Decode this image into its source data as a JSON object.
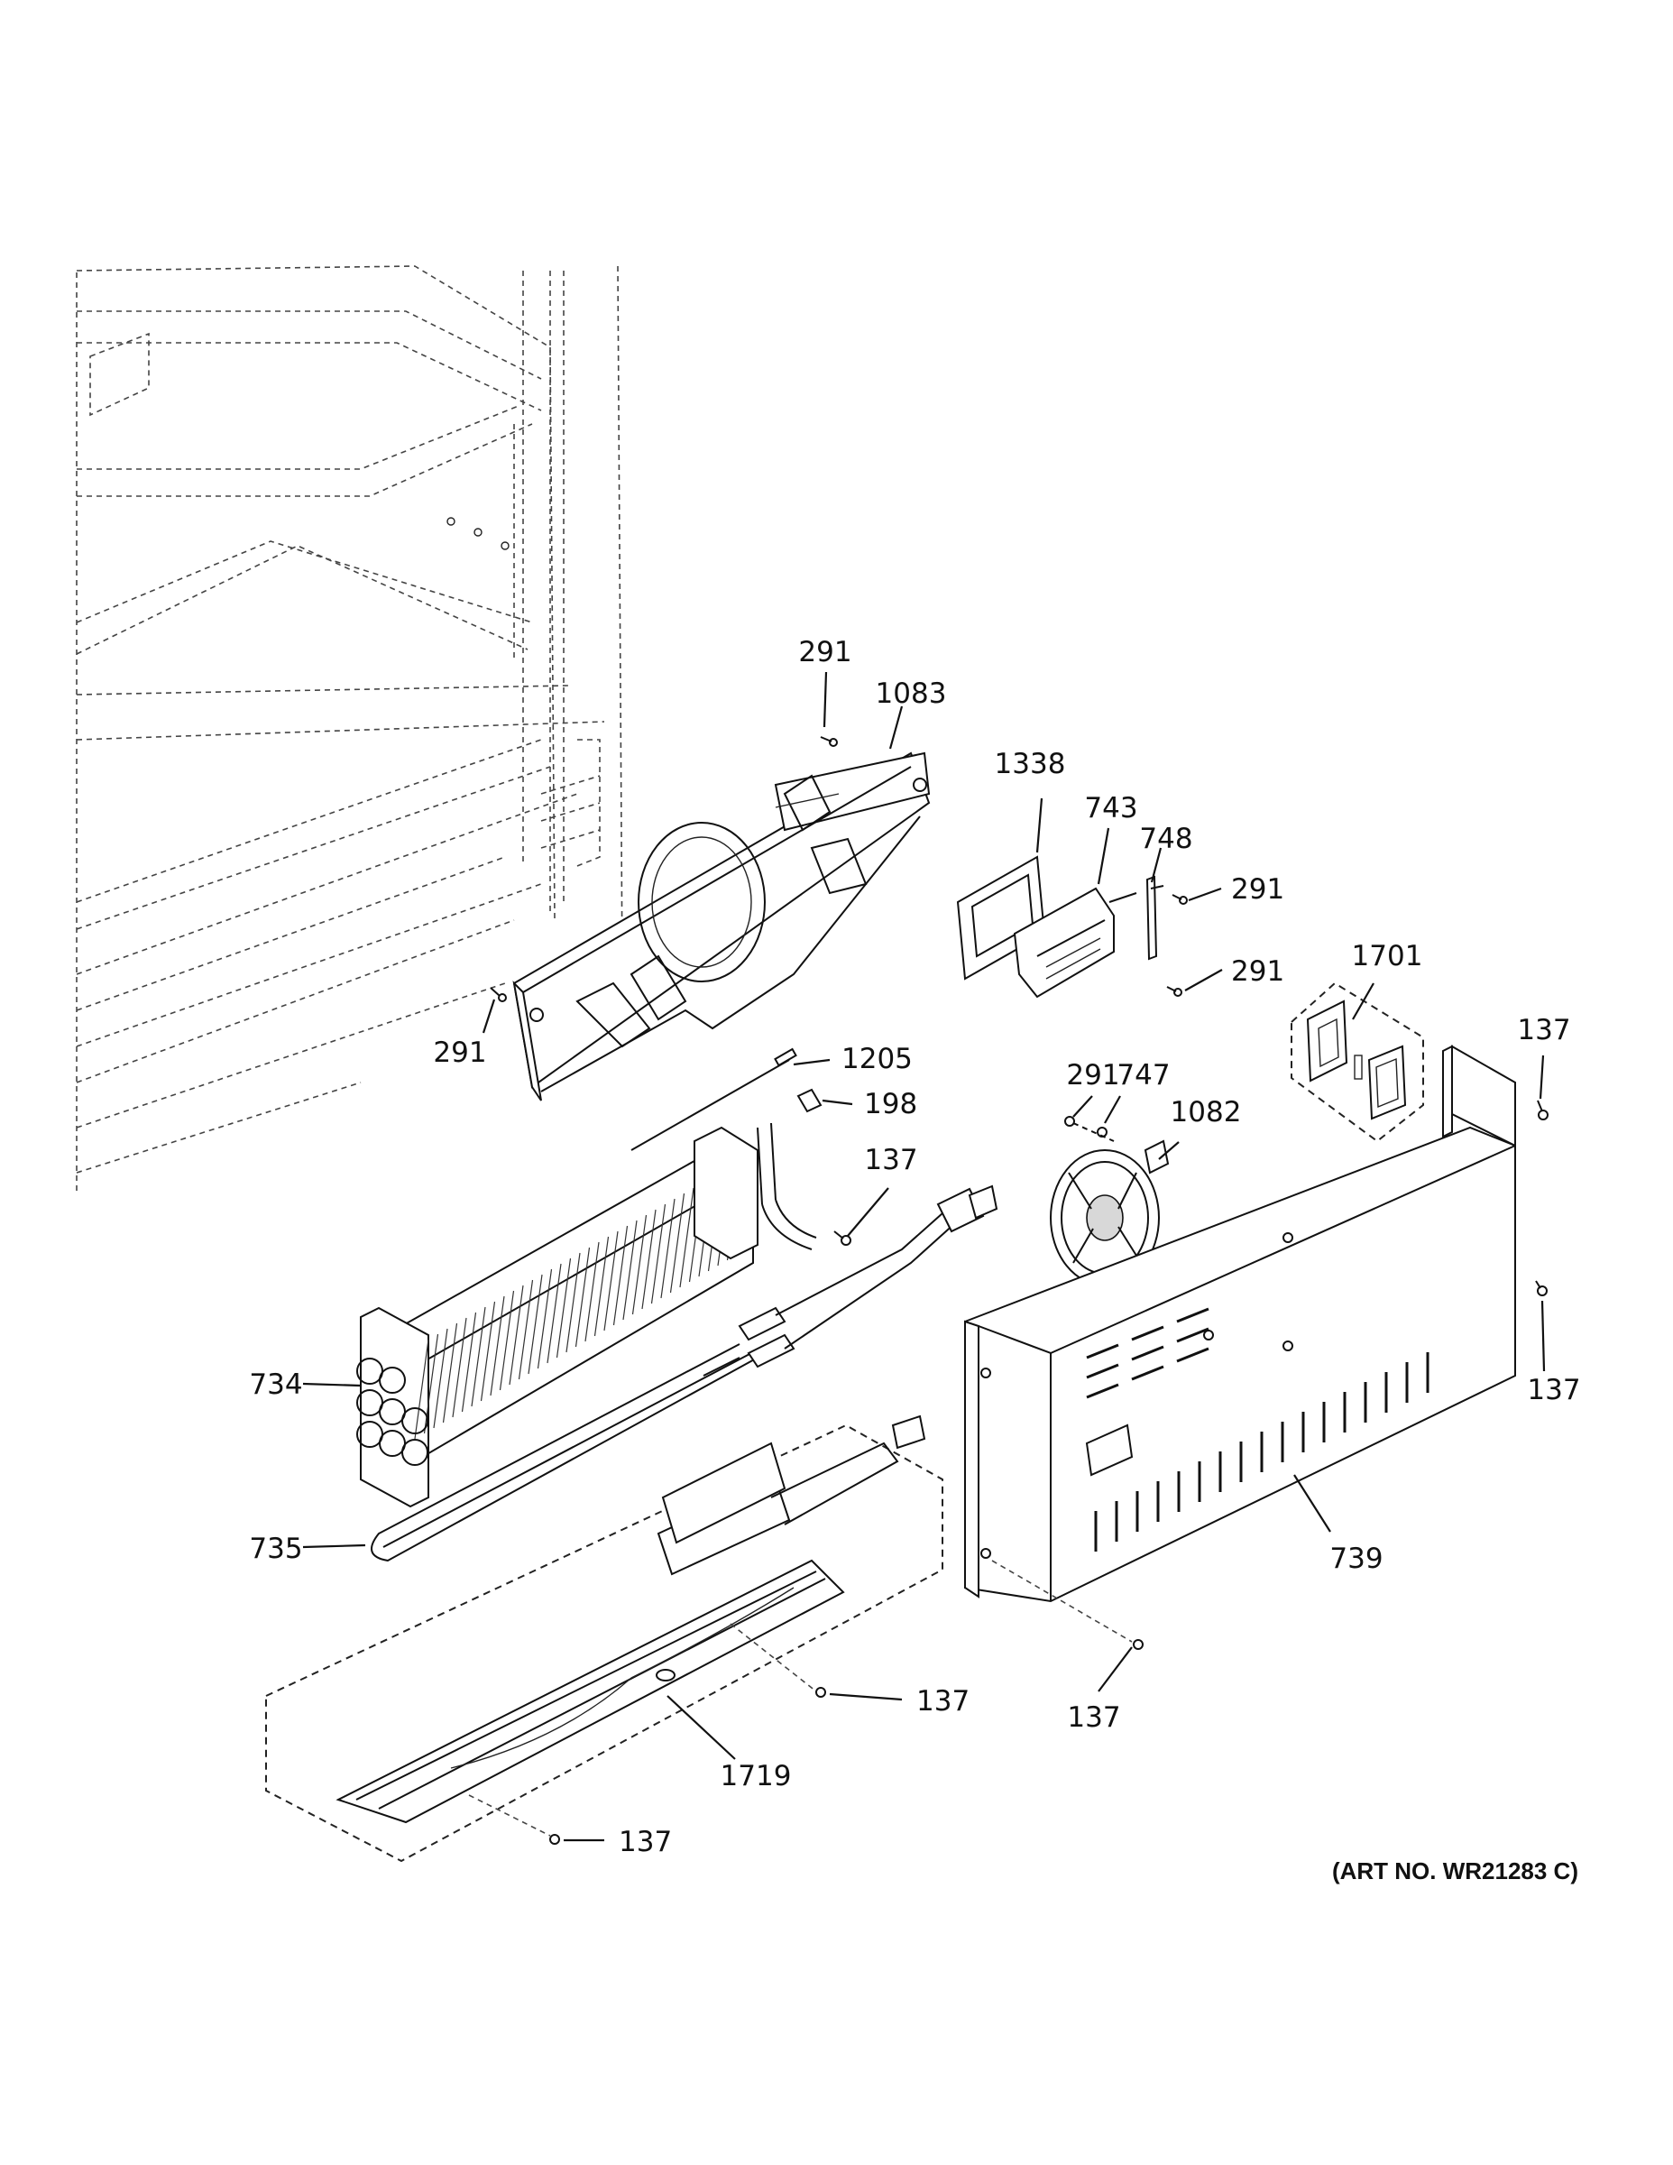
{
  "labels": {
    "l291a": "291",
    "l1083": "1083",
    "l1338": "1338",
    "l743": "743",
    "l748": "748",
    "l291b": "291",
    "l291c": "291",
    "l1701": "1701",
    "l137a": "137",
    "l291d": "291",
    "l1205": "1205",
    "l198": "198",
    "l291e": "291",
    "l747": "747",
    "l1082": "1082",
    "l137b": "137",
    "l734": "734",
    "l735": "735",
    "l739": "739",
    "l137c": "137",
    "l137d": "137",
    "l137e": "137",
    "l1719": "1719",
    "l137f": "137"
  },
  "art_number": "(ART NO. WR21283 C)",
  "icons": [
    "cabinet-outline",
    "evaporator-cover",
    "evaporator-coil",
    "defrost-heater",
    "fan-motor",
    "fan-bracket",
    "drain-pan",
    "screws"
  ]
}
